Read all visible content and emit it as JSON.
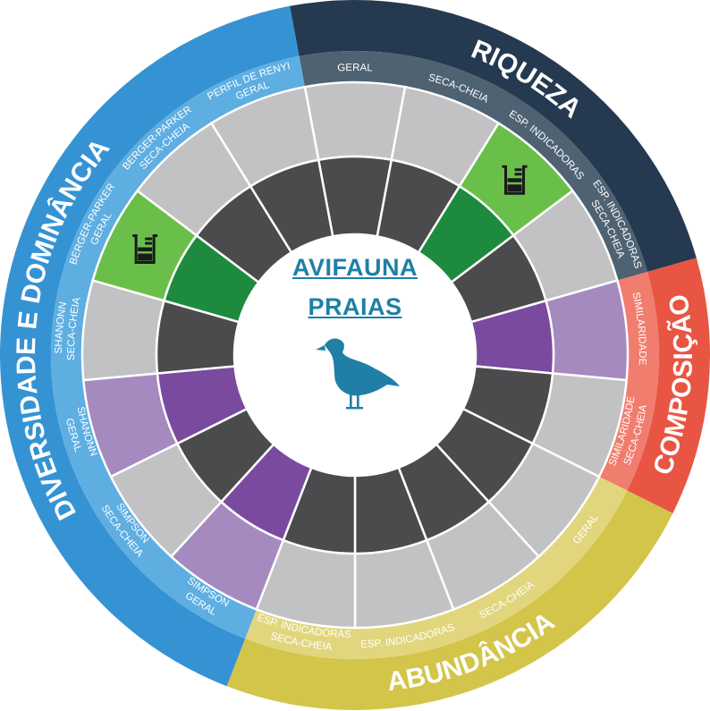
{
  "center": {
    "title_line1": "AVIFAUNA",
    "title_line2": "PRAIAS",
    "icon": "seagull-icon"
  },
  "categories": [
    {
      "key": "riqueza",
      "label": "RIQUEZA",
      "color": "#253a50",
      "band_color": "#4e6272"
    },
    {
      "key": "composicao",
      "label": "COMPOSIÇÃO",
      "color": "#e95543",
      "band_color": "#f07d6e"
    },
    {
      "key": "abundancia",
      "label": "ABUNDÂNCIA",
      "color": "#d3c54a",
      "band_color": "#e1d67d"
    },
    {
      "key": "diversidade",
      "label": "DIVERSIDADE E DOMINÂNCIA",
      "color": "#3593d4",
      "band_color": "#5eaee2"
    }
  ],
  "segments": [
    {
      "label": "GERAL",
      "category": "riqueza",
      "status": "neutral"
    },
    {
      "label": "SECA-CHEIA",
      "category": "riqueza",
      "status": "neutral"
    },
    {
      "label": "ESP. INDICADORAS",
      "category": "riqueza",
      "status": "highlight-green",
      "icon": "beaker-icon"
    },
    {
      "label": "ESP. INDICADORAS SECA-CHEIA",
      "category": "riqueza",
      "status": "neutral"
    },
    {
      "label": "SIMILARIDADE",
      "category": "composicao",
      "status": "highlight-purple"
    },
    {
      "label": "SIMILARIDADE SECA-CHEIA",
      "category": "composicao",
      "status": "neutral"
    },
    {
      "label": "GERAL",
      "category": "abundancia",
      "status": "neutral"
    },
    {
      "label": "SECA-CHEIA",
      "category": "abundancia",
      "status": "neutral"
    },
    {
      "label": "ESP. INDICADORAS",
      "category": "abundancia",
      "status": "neutral"
    },
    {
      "label": "ESP. INDICADORAS SECA-CHEIA",
      "category": "abundancia",
      "status": "neutral"
    },
    {
      "label": "SIMPSON GERAL",
      "category": "diversidade",
      "status": "highlight-purple"
    },
    {
      "label": "SIMPSON SECA-CHEIA",
      "category": "diversidade",
      "status": "neutral"
    },
    {
      "label": "SHANONN GERAL",
      "category": "diversidade",
      "status": "highlight-purple"
    },
    {
      "label": "SHANONN SECA-CHEIA",
      "category": "diversidade",
      "status": "neutral"
    },
    {
      "label": "BERGER-PARKER GERAL",
      "category": "diversidade",
      "status": "highlight-green",
      "icon": "beaker-icon"
    },
    {
      "label": "BERGER-PARKER SECA-CHEIA",
      "category": "diversidade",
      "status": "neutral"
    },
    {
      "label": "PERFIL DE RENYI GERAL",
      "category": "diversidade",
      "status": "neutral"
    }
  ],
  "colors": {
    "neutral_outer": "#c2c2c4",
    "neutral_inner": "#4b4b4d",
    "green_outer": "#6abf4b",
    "green_inner": "#1d8a3e",
    "purple_outer": "#a58ac0",
    "purple_inner": "#7a4a9f",
    "center_fill": "#ffffff",
    "accent_text": "#1f7fa6"
  }
}
